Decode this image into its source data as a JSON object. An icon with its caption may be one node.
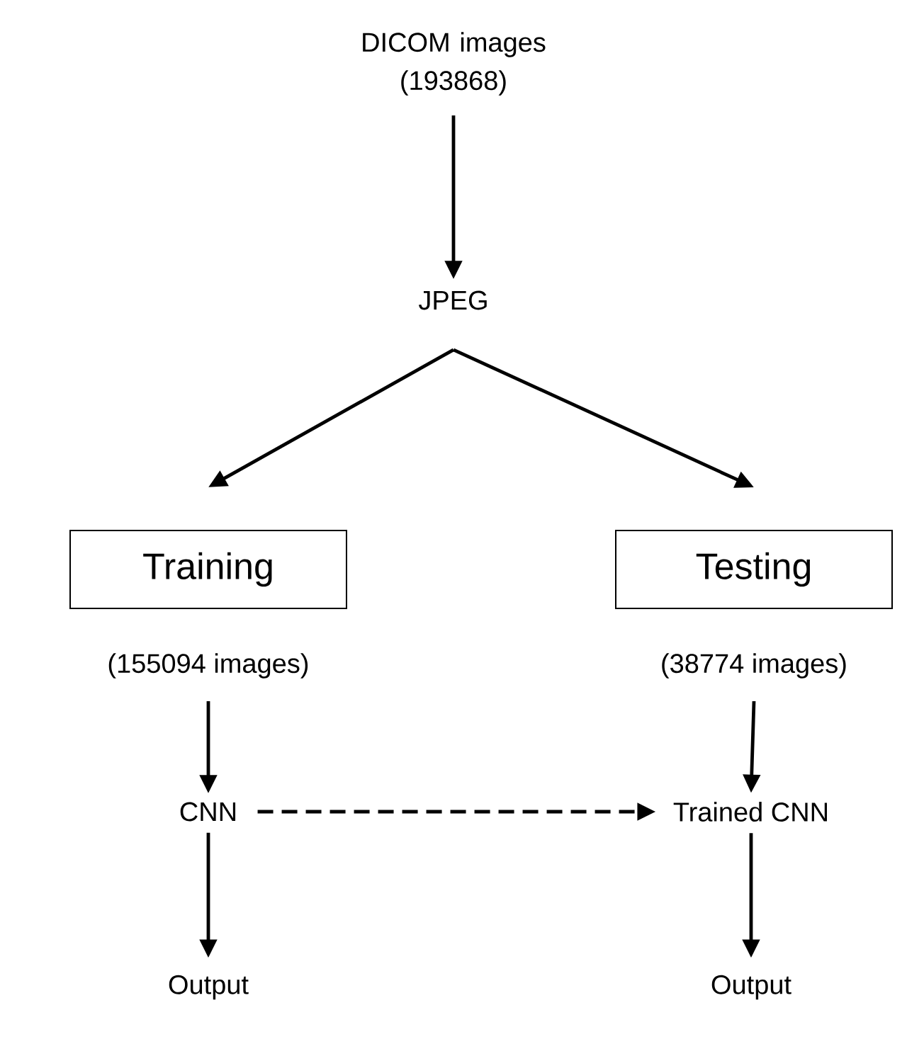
{
  "diagram": {
    "nodes": [
      {
        "text": [
          "DICOM images (193868)"
        ]
      },
      {
        "text": [
          "JPEG"
        ]
      },
      {
        "text": [
          "Training"
        ],
        "beside": [
          "(155094 images)"
        ]
      },
      {
        "text": [
          "Testing"
        ],
        "beside": [
          "(38774 images)"
        ]
      },
      {
        "text": [
          "CNN"
        ]
      },
      {
        "text": [
          "Trained CNN"
        ]
      },
      {
        "text": [
          "Output"
        ]
      },
      {
        "text": [
          "Output"
        ]
      }
    ],
    "edges": [
      {
        "from": 0,
        "to": 1,
        "arrow": "to"
      },
      {
        "from": 1,
        "to": 2,
        "arrow": "to"
      },
      {
        "from": 1,
        "to": 3,
        "arrow": "to"
      },
      {
        "from": 2,
        "to": 4,
        "arrow": "to"
      },
      {
        "from": 3,
        "to": 5,
        "arrow": "to"
      },
      {
        "from": 4,
        "to": 5,
        "arrow": "to",
        "style": "dashed"
      },
      {
        "from": 4,
        "to": 6,
        "arrow": "to"
      },
      {
        "from": 5,
        "to": 7,
        "arrow": "to"
      }
    ]
  }
}
